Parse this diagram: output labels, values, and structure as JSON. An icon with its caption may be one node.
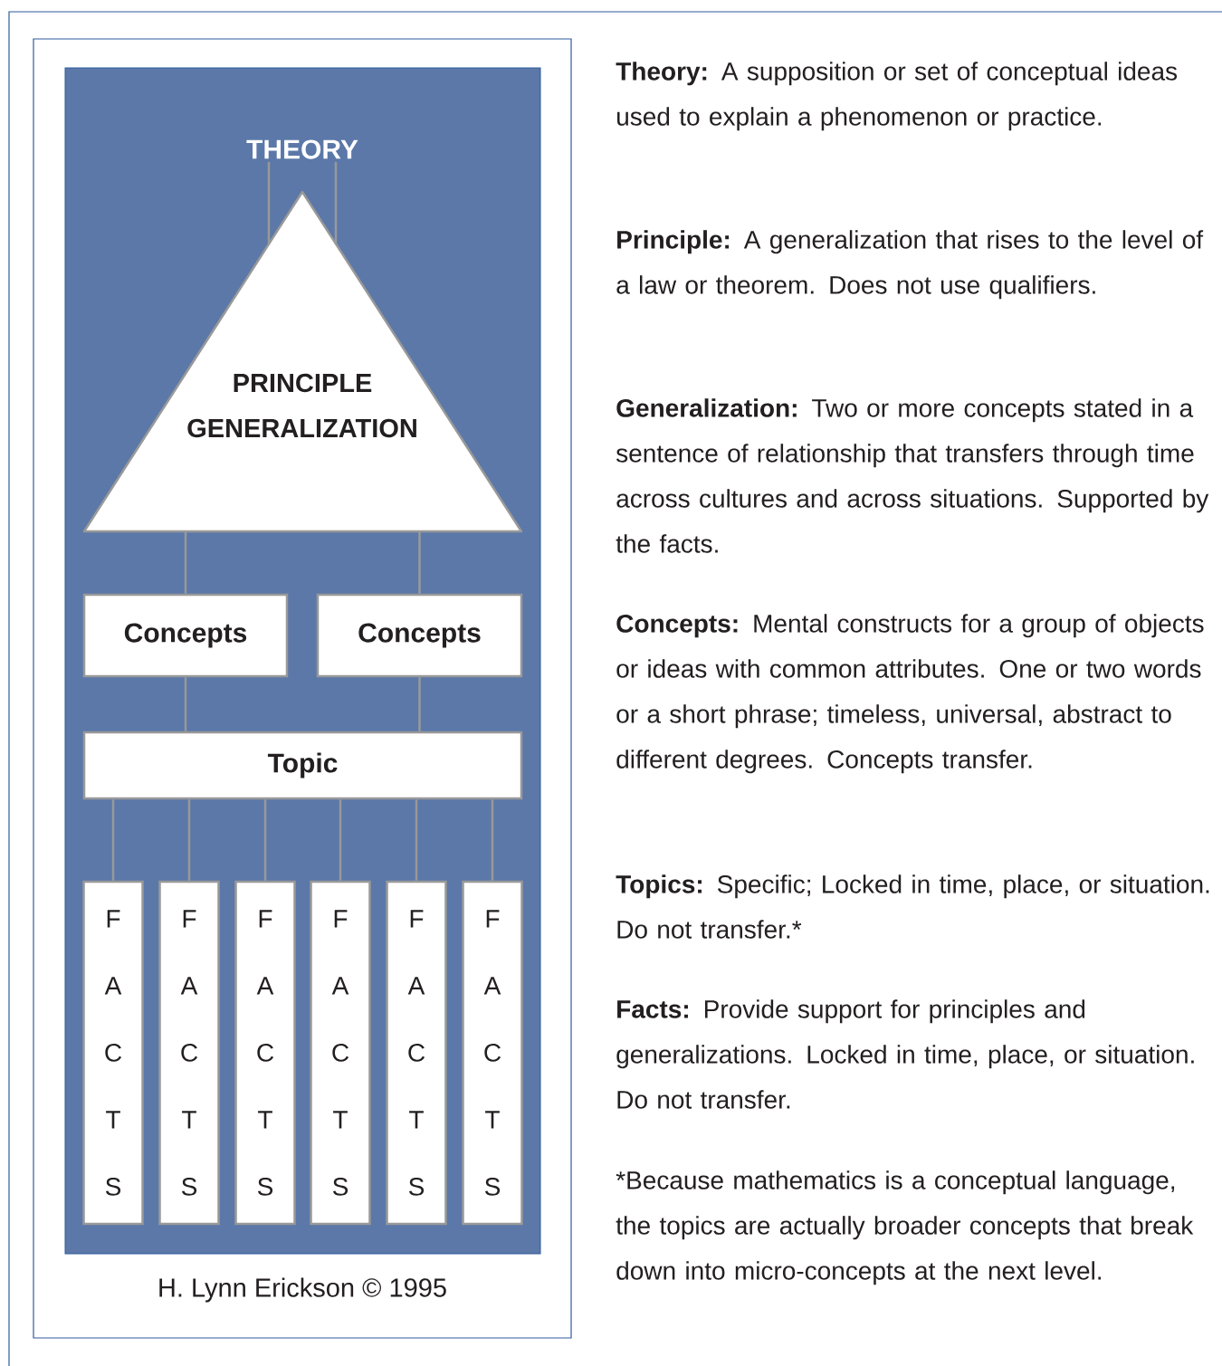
{
  "diagram": {
    "caption": "H. Lynn Erickson © 1995",
    "nodes": [
      {
        "text": [
          "THEORY"
        ]
      },
      {
        "text": [
          "PRINCIPLE",
          "GENERALIZATION"
        ]
      },
      {
        "text": [
          "Concepts"
        ]
      },
      {
        "text": [
          "Concepts"
        ]
      },
      {
        "text": [
          "Topic"
        ]
      },
      {
        "text": [
          "F A C T S"
        ]
      },
      {
        "text": [
          "F A C T S"
        ]
      },
      {
        "text": [
          "F A C T S"
        ]
      },
      {
        "text": [
          "F A C T S"
        ]
      },
      {
        "text": [
          "F A C T S"
        ]
      },
      {
        "text": [
          "F A C T S"
        ]
      }
    ],
    "edges": [
      {
        "from": 0,
        "to": 1,
        "arrow": "none"
      },
      {
        "from": 0,
        "to": 1,
        "arrow": "none"
      },
      {
        "from": 1,
        "to": 2,
        "arrow": "none"
      },
      {
        "from": 1,
        "to": 3,
        "arrow": "none"
      },
      {
        "from": 2,
        "to": 4,
        "arrow": "none"
      },
      {
        "from": 3,
        "to": 4,
        "arrow": "none"
      },
      {
        "from": 4,
        "to": 5,
        "arrow": "none"
      },
      {
        "from": 4,
        "to": 6,
        "arrow": "none"
      },
      {
        "from": 4,
        "to": 7,
        "arrow": "none"
      },
      {
        "from": 4,
        "to": 8,
        "arrow": "none"
      },
      {
        "from": 4,
        "to": 9,
        "arrow": "none"
      },
      {
        "from": 4,
        "to": 10,
        "arrow": "none"
      }
    ],
    "labels": [
      "**Theory:** A supposition or set of conceptual ideas used to explain a phenomenon or practice.",
      "**Principle:** A generalization that rises to the level of a law or theorem. Does not use qualifiers.",
      "**Generalization:** Two or more concepts stated in a sentence of relationship that transfers through time across cultures and across situations. Supported by the facts.",
      "**Concepts:** Mental constructs for a group of objects or ideas with common attributes. One or two words or a short phrase; timeless, universal, abstract to different degrees. Concepts transfer.",
      "**Topics:** Specific; Locked in time, place, or situation. Do not transfer.*",
      "**Facts:** Provide support for principles and generalizations. Locked in time, place, or situation. Do not transfer.",
      "*Because mathematics is a conceptual language, the topics are actually broader concepts that break down into micro-concepts at the next level."
    ]
  }
}
